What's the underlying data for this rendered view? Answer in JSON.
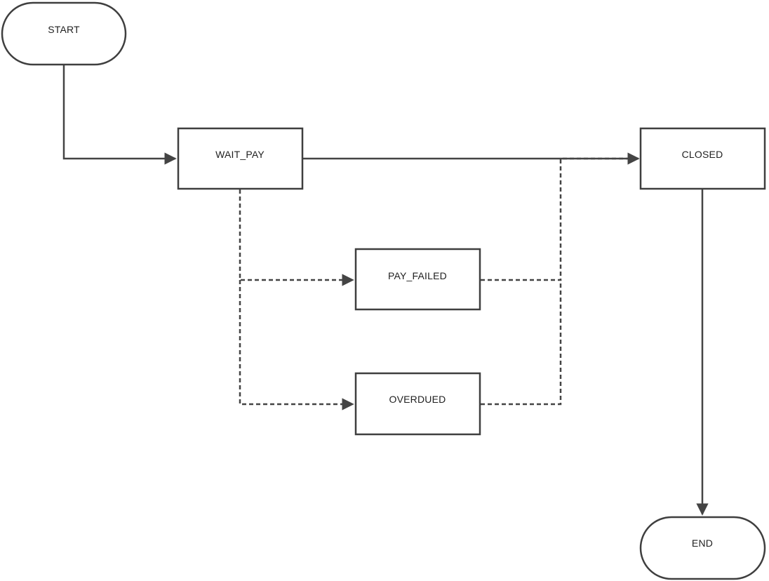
{
  "diagram": {
    "nodes": {
      "start": "START",
      "wait_pay": "WAIT_PAY",
      "closed": "CLOSED",
      "pay_failed": "PAY_FAILED",
      "overdued": "OVERDUED",
      "end": "END"
    },
    "colors": {
      "stroke": "#3f3f3f",
      "edge": "#444444",
      "background": "#ffffff",
      "text": "#1f1f1f"
    },
    "edges": [
      {
        "from": "START",
        "to": "WAIT_PAY",
        "style": "solid"
      },
      {
        "from": "WAIT_PAY",
        "to": "CLOSED",
        "style": "solid"
      },
      {
        "from": "WAIT_PAY",
        "to": "PAY_FAILED",
        "style": "dashed"
      },
      {
        "from": "WAIT_PAY",
        "to": "OVERDUED",
        "style": "dashed"
      },
      {
        "from": "PAY_FAILED",
        "to": "CLOSED",
        "style": "dashed"
      },
      {
        "from": "OVERDUED",
        "to": "CLOSED",
        "style": "dashed"
      },
      {
        "from": "CLOSED",
        "to": "END",
        "style": "solid"
      }
    ]
  }
}
